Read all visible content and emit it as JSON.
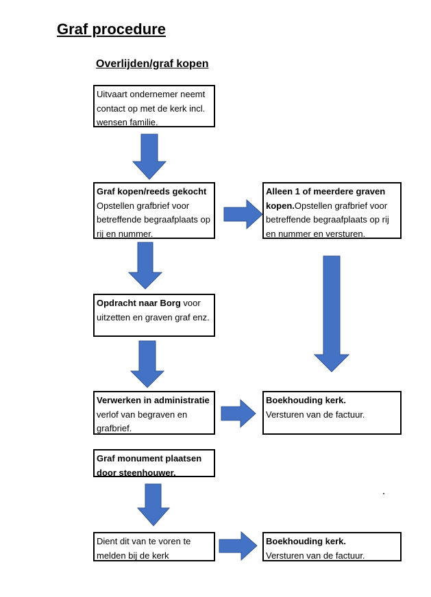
{
  "title": "Graf procedure",
  "subtitle": "Overlijden/graf kopen",
  "colors": {
    "arrow_fill": "#4472C4",
    "arrow_stroke": "#2F528F",
    "box_border": "#000000"
  },
  "boxes": {
    "b1": {
      "bold": "",
      "text": "Uitvaart ondernemer neemt contact op met de kerk incl. wensen familie."
    },
    "b2": {
      "bold": "Graf kopen/reeds gekocht",
      "text": "Opstellen grafbrief voor betreffende begraafplaats op rij en nummer."
    },
    "b3": {
      "bold": "Alleen 1 of meerdere graven kopen.",
      "text": "Opstellen grafbrief voor betreffende begraafplaats op rij en nummer en versturen."
    },
    "b4": {
      "bold": "Opdracht naar Borg",
      "text": " voor uitzetten en graven graf enz."
    },
    "b5": {
      "bold": "Verwerken in administratie",
      "text": "verlof van begraven en grafbrief."
    },
    "b6": {
      "bold": "Boekhouding kerk.",
      "text": "Versturen van de factuur."
    },
    "b7": {
      "bold": "Graf monument plaatsen door steenhouwer.",
      "text": ""
    },
    "b8": {
      "bold": "",
      "text": "Dient dit van te voren te melden bij de kerk"
    },
    "b9": {
      "bold": "Boekhouding kerk.",
      "text": "Versturen van de factuur."
    }
  }
}
